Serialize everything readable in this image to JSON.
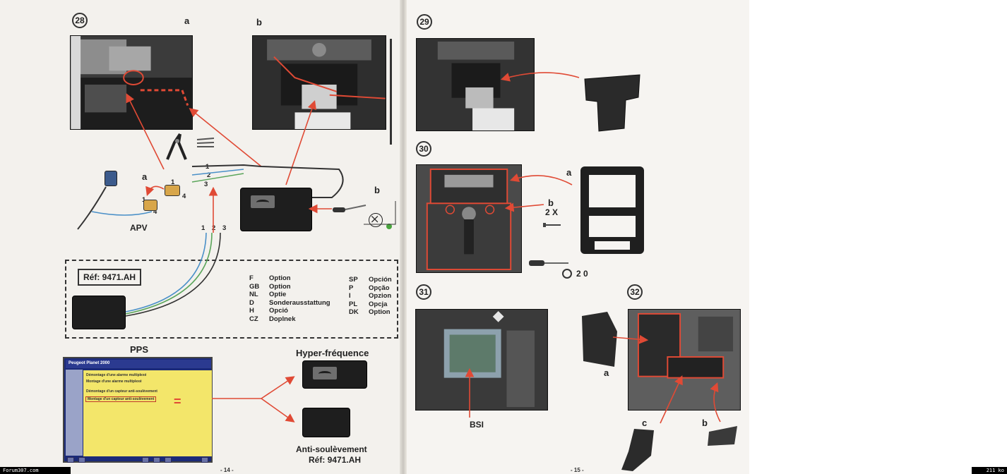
{
  "pages": {
    "left": {
      "steps": {
        "step28": {
          "number": "28",
          "sub_a": "a",
          "sub_b": "b"
        }
      },
      "diagram": {
        "connector_a": "a",
        "apv": "APV",
        "pin_1": "1",
        "pin_4": "4",
        "pin_1b": "1",
        "pin_4b": "4",
        "harness_1": "1",
        "harness_2": "2",
        "harness_3": "3",
        "wires_1": "1",
        "wires_2": "2",
        "wires_3": "3",
        "ground_b": "b"
      },
      "reference": "Réf: 9471.AH",
      "options_left": [
        {
          "code": "F",
          "label": "Option"
        },
        {
          "code": "GB",
          "label": "Option"
        },
        {
          "code": "NL",
          "label": "Optie"
        },
        {
          "code": "D",
          "label": "Sonderausstattung"
        },
        {
          "code": "H",
          "label": "Opció"
        },
        {
          "code": "CZ",
          "label": "Doplnek"
        }
      ],
      "options_right": [
        {
          "code": "SP",
          "label": "Opción"
        },
        {
          "code": "P",
          "label": "Opção"
        },
        {
          "code": "I",
          "label": "Opzion"
        },
        {
          "code": "PL",
          "label": "Opcja"
        },
        {
          "code": "DK",
          "label": "Option"
        }
      ],
      "pps": {
        "title": "PPS",
        "screen_title": "Peugeot Planet 2000",
        "lines": [
          "Démontage d'une alarme multiplexé",
          "Montage d'une alarme multiplexé",
          "Démontage d'un capteur anti-soulèvement",
          "Montage d'un capteur anti-soulèvement"
        ],
        "equals": "="
      },
      "hyper": "Hyper-fréquence",
      "anti": "Anti-soulèvement",
      "anti_ref": "Réf: 9471.AH",
      "page_number": "- 14 -"
    },
    "right": {
      "step29": "29",
      "step30": "30",
      "step30_a": "a",
      "step30_b": "b",
      "step30_qty": "2 X",
      "step30_torque": "2 0",
      "step31": "31",
      "step31_bsi": "BSI",
      "step32": "32",
      "step32_a": "a",
      "step32_b": "b",
      "step32_c": "c",
      "page_number": "- 15 -"
    }
  },
  "footer": {
    "site": "Forum307.com",
    "size": "211 ko"
  },
  "colors": {
    "arrow": "#e04a35",
    "ink": "#222222",
    "wire_blue": "#4a90c8",
    "wire_green": "#5aa55a",
    "screen_blue": "#1b2a78",
    "screen_yellow": "#f3e66a"
  }
}
